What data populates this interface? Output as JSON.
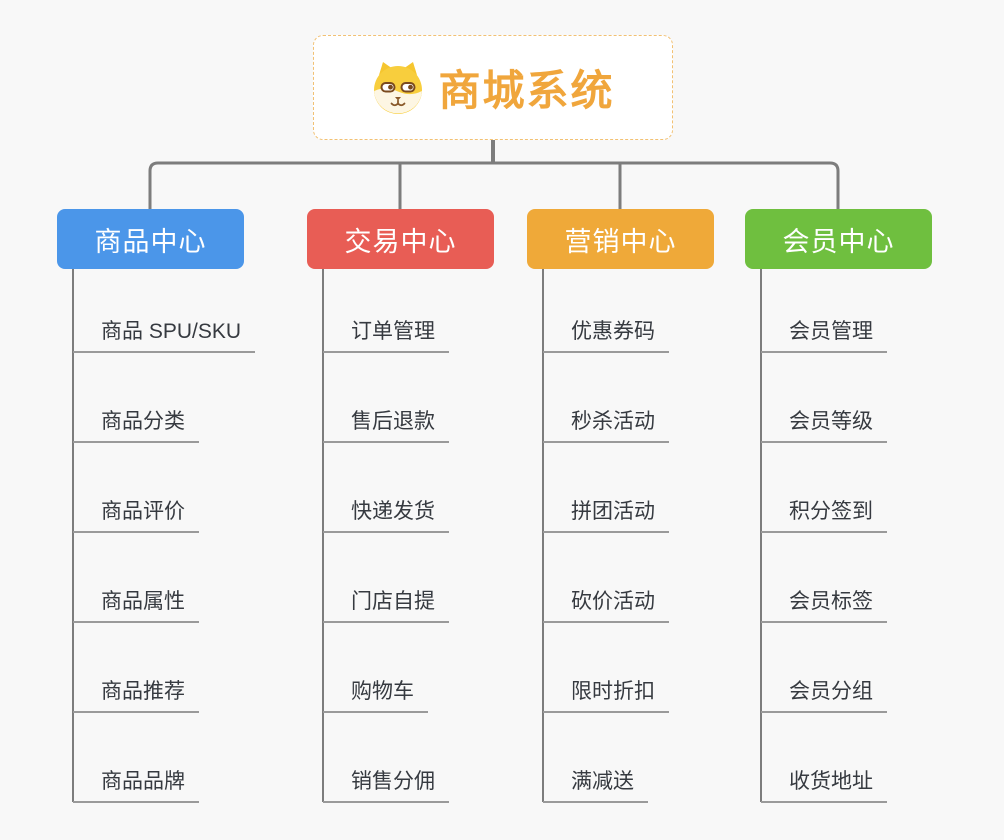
{
  "canvas": {
    "background_color": "#F8F8F8",
    "connector_color": "#7D7D7D",
    "underline_color": "#9A9A9A"
  },
  "root": {
    "title": "商城系统",
    "icon": "shiba-dog-icon",
    "title_color": "#F0A63C",
    "border_color": "#F2C173"
  },
  "branches": [
    {
      "label": "商品中心",
      "color": "#4B96E9",
      "items": [
        "商品 SPU/SKU",
        "商品分类",
        "商品评价",
        "商品属性",
        "商品推荐",
        "商品品牌"
      ]
    },
    {
      "label": "交易中心",
      "color": "#E85D55",
      "items": [
        "订单管理",
        "售后退款",
        "快递发货",
        "门店自提",
        "购物车",
        "销售分佣"
      ]
    },
    {
      "label": "营销中心",
      "color": "#EFA939",
      "items": [
        "优惠券码",
        "秒杀活动",
        "拼团活动",
        "砍价活动",
        "限时折扣",
        "满减送"
      ]
    },
    {
      "label": "会员中心",
      "color": "#6FBF3F",
      "items": [
        "会员管理",
        "会员等级",
        "积分签到",
        "会员标签",
        "会员分组",
        "收货地址"
      ]
    }
  ]
}
